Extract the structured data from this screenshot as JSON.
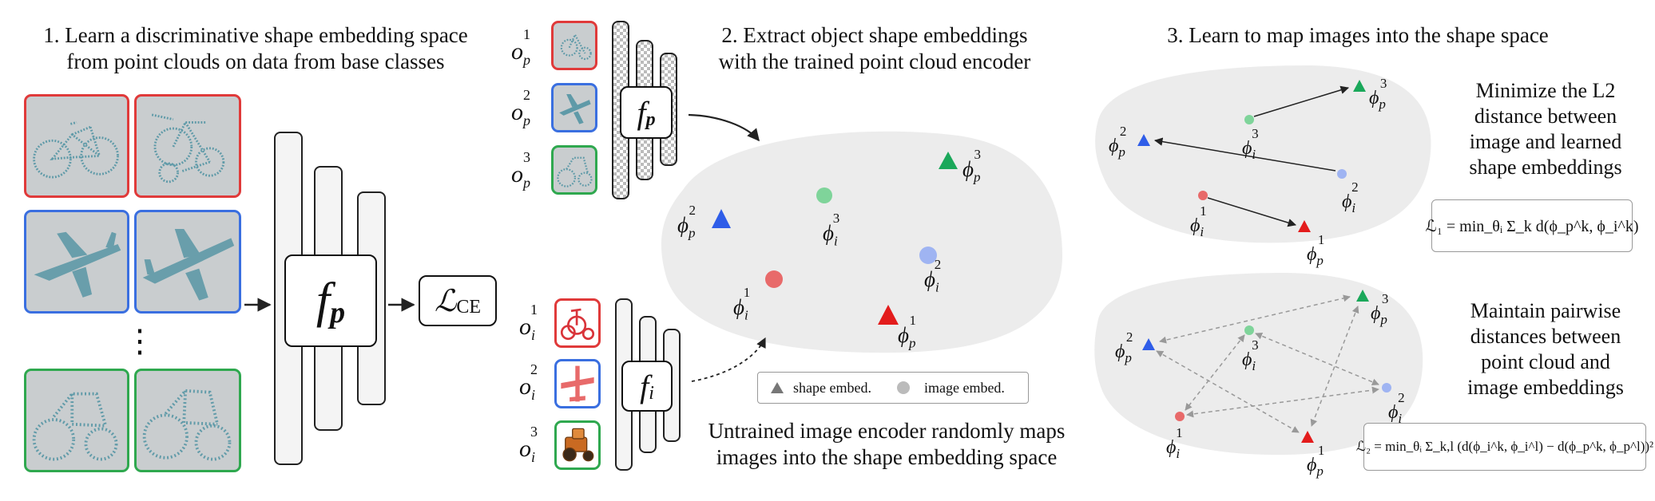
{
  "step1": {
    "title_line1": "1. Learn a discriminative shape embedding space",
    "title_line2": "from point clouds on data from base classes",
    "ellipsis": "⋮",
    "encoder_label": "f",
    "encoder_sub": "p",
    "loss_label": "ℒ",
    "loss_sub": "CE"
  },
  "step2": {
    "title_line1": "2. Extract object shape embeddings",
    "title_line2": "with the trained point cloud encoder",
    "shape_inputs": [
      {
        "base": "o",
        "sub": "p",
        "sup": "1",
        "color": "#e03a3a"
      },
      {
        "base": "o",
        "sub": "p",
        "sup": "2",
        "color": "#3a6fe0"
      },
      {
        "base": "o",
        "sub": "p",
        "sup": "3",
        "color": "#2fa84f"
      }
    ],
    "image_inputs": [
      {
        "base": "o",
        "sub": "i",
        "sup": "1",
        "color": "#e03a3a"
      },
      {
        "base": "o",
        "sub": "i",
        "sup": "2",
        "color": "#3a6fe0"
      },
      {
        "base": "o",
        "sub": "i",
        "sup": "3",
        "color": "#2fa84f"
      }
    ],
    "point_encoder_label": "f",
    "point_encoder_sub": "p",
    "image_encoder_label": "f",
    "image_encoder_sub": "i",
    "embeddings": [
      {
        "kind": "shape",
        "sym": "ϕ",
        "sub": "p",
        "sup": "3",
        "color": "#1aa85a"
      },
      {
        "kind": "shape",
        "sym": "ϕ",
        "sub": "p",
        "sup": "2",
        "color": "#2f5de8"
      },
      {
        "kind": "shape",
        "sym": "ϕ",
        "sub": "p",
        "sup": "1",
        "color": "#e31c1c"
      },
      {
        "kind": "image",
        "sym": "ϕ",
        "sub": "i",
        "sup": "3",
        "color": "#7fd49a"
      },
      {
        "kind": "image",
        "sym": "ϕ",
        "sub": "i",
        "sup": "2",
        "color": "#9fb4f2"
      },
      {
        "kind": "image",
        "sym": "ϕ",
        "sub": "i",
        "sup": "1",
        "color": "#e86a6a"
      }
    ],
    "legend": {
      "shape": "shape embed.",
      "image": "image embed."
    },
    "caption_line1": "Untrained image encoder randomly maps",
    "caption_line2": "images into the shape embedding space"
  },
  "step3": {
    "title": "3. Learn to map images into the shape space",
    "top_text": [
      "Minimize the L2",
      "distance between",
      "image and learned",
      "shape embeddings"
    ],
    "top_formula": "ℒ₁ = min_θᵢ Σ_k d(ϕ_p^k, ϕ_i^k)",
    "bottom_text": [
      "Maintain pairwise",
      "distances between",
      "point cloud and",
      "image embeddings"
    ],
    "bottom_formula": "ℒ₂ = min_θᵢ Σ_k,l (d(ϕ_i^k, ϕ_i^l) − d(ϕ_p^k, ϕ_p^l))²"
  },
  "colors": {
    "red": "#e03a3a",
    "blue": "#3a6fe0",
    "green": "#2fa84f",
    "blob": "#ececec"
  }
}
